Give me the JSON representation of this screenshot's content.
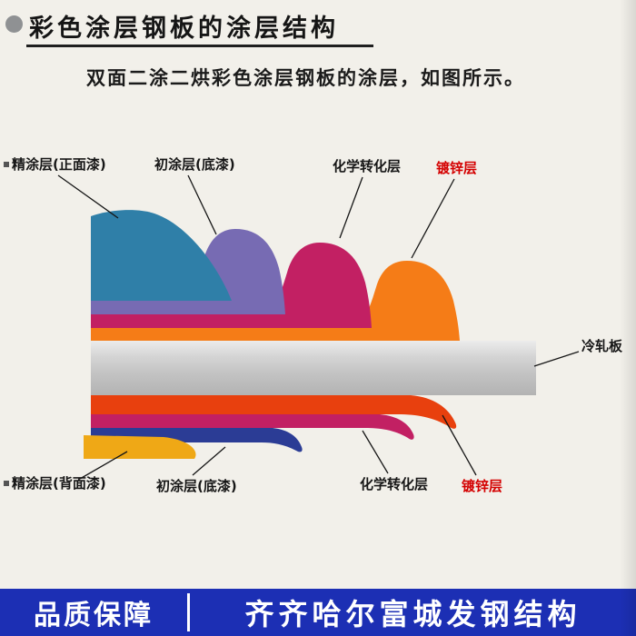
{
  "header": {
    "title": "彩色涂层钢板的涂层结构",
    "subtitle": "双面二涂二烘彩色涂层钢板的涂层，如图所示。"
  },
  "diagram": {
    "labels": {
      "top_fine_coat": "精涂层(正面漆)",
      "top_primer": "初涂层(底漆)",
      "top_chemical": "化学转化层",
      "top_zinc": "镀锌层",
      "cold_rolled": "冷轧板",
      "bottom_fine_coat": "精涂层(背面漆)",
      "bottom_primer": "初涂层(底漆)",
      "bottom_chemical": "化学转化层",
      "bottom_zinc": "镀锌层"
    },
    "colors": {
      "top_fine_coat": "#2f7fa8",
      "top_primer": "#776bb3",
      "top_chemical": "#c22063",
      "top_zinc": "#f57c17",
      "steel": "#c9c9c9",
      "bottom_zinc": "#e8400e",
      "bottom_chemical": "#c22063",
      "bottom_primer": "#2b3c95",
      "bottom_fine_coat": "#efa816",
      "zinc_label_text": "#d40000",
      "title_bullet": "#8f9193",
      "footer_bg": "#1c2fb4"
    }
  },
  "footer": {
    "left": "品质保障",
    "right": "齐齐哈尔富城发钢结构"
  }
}
